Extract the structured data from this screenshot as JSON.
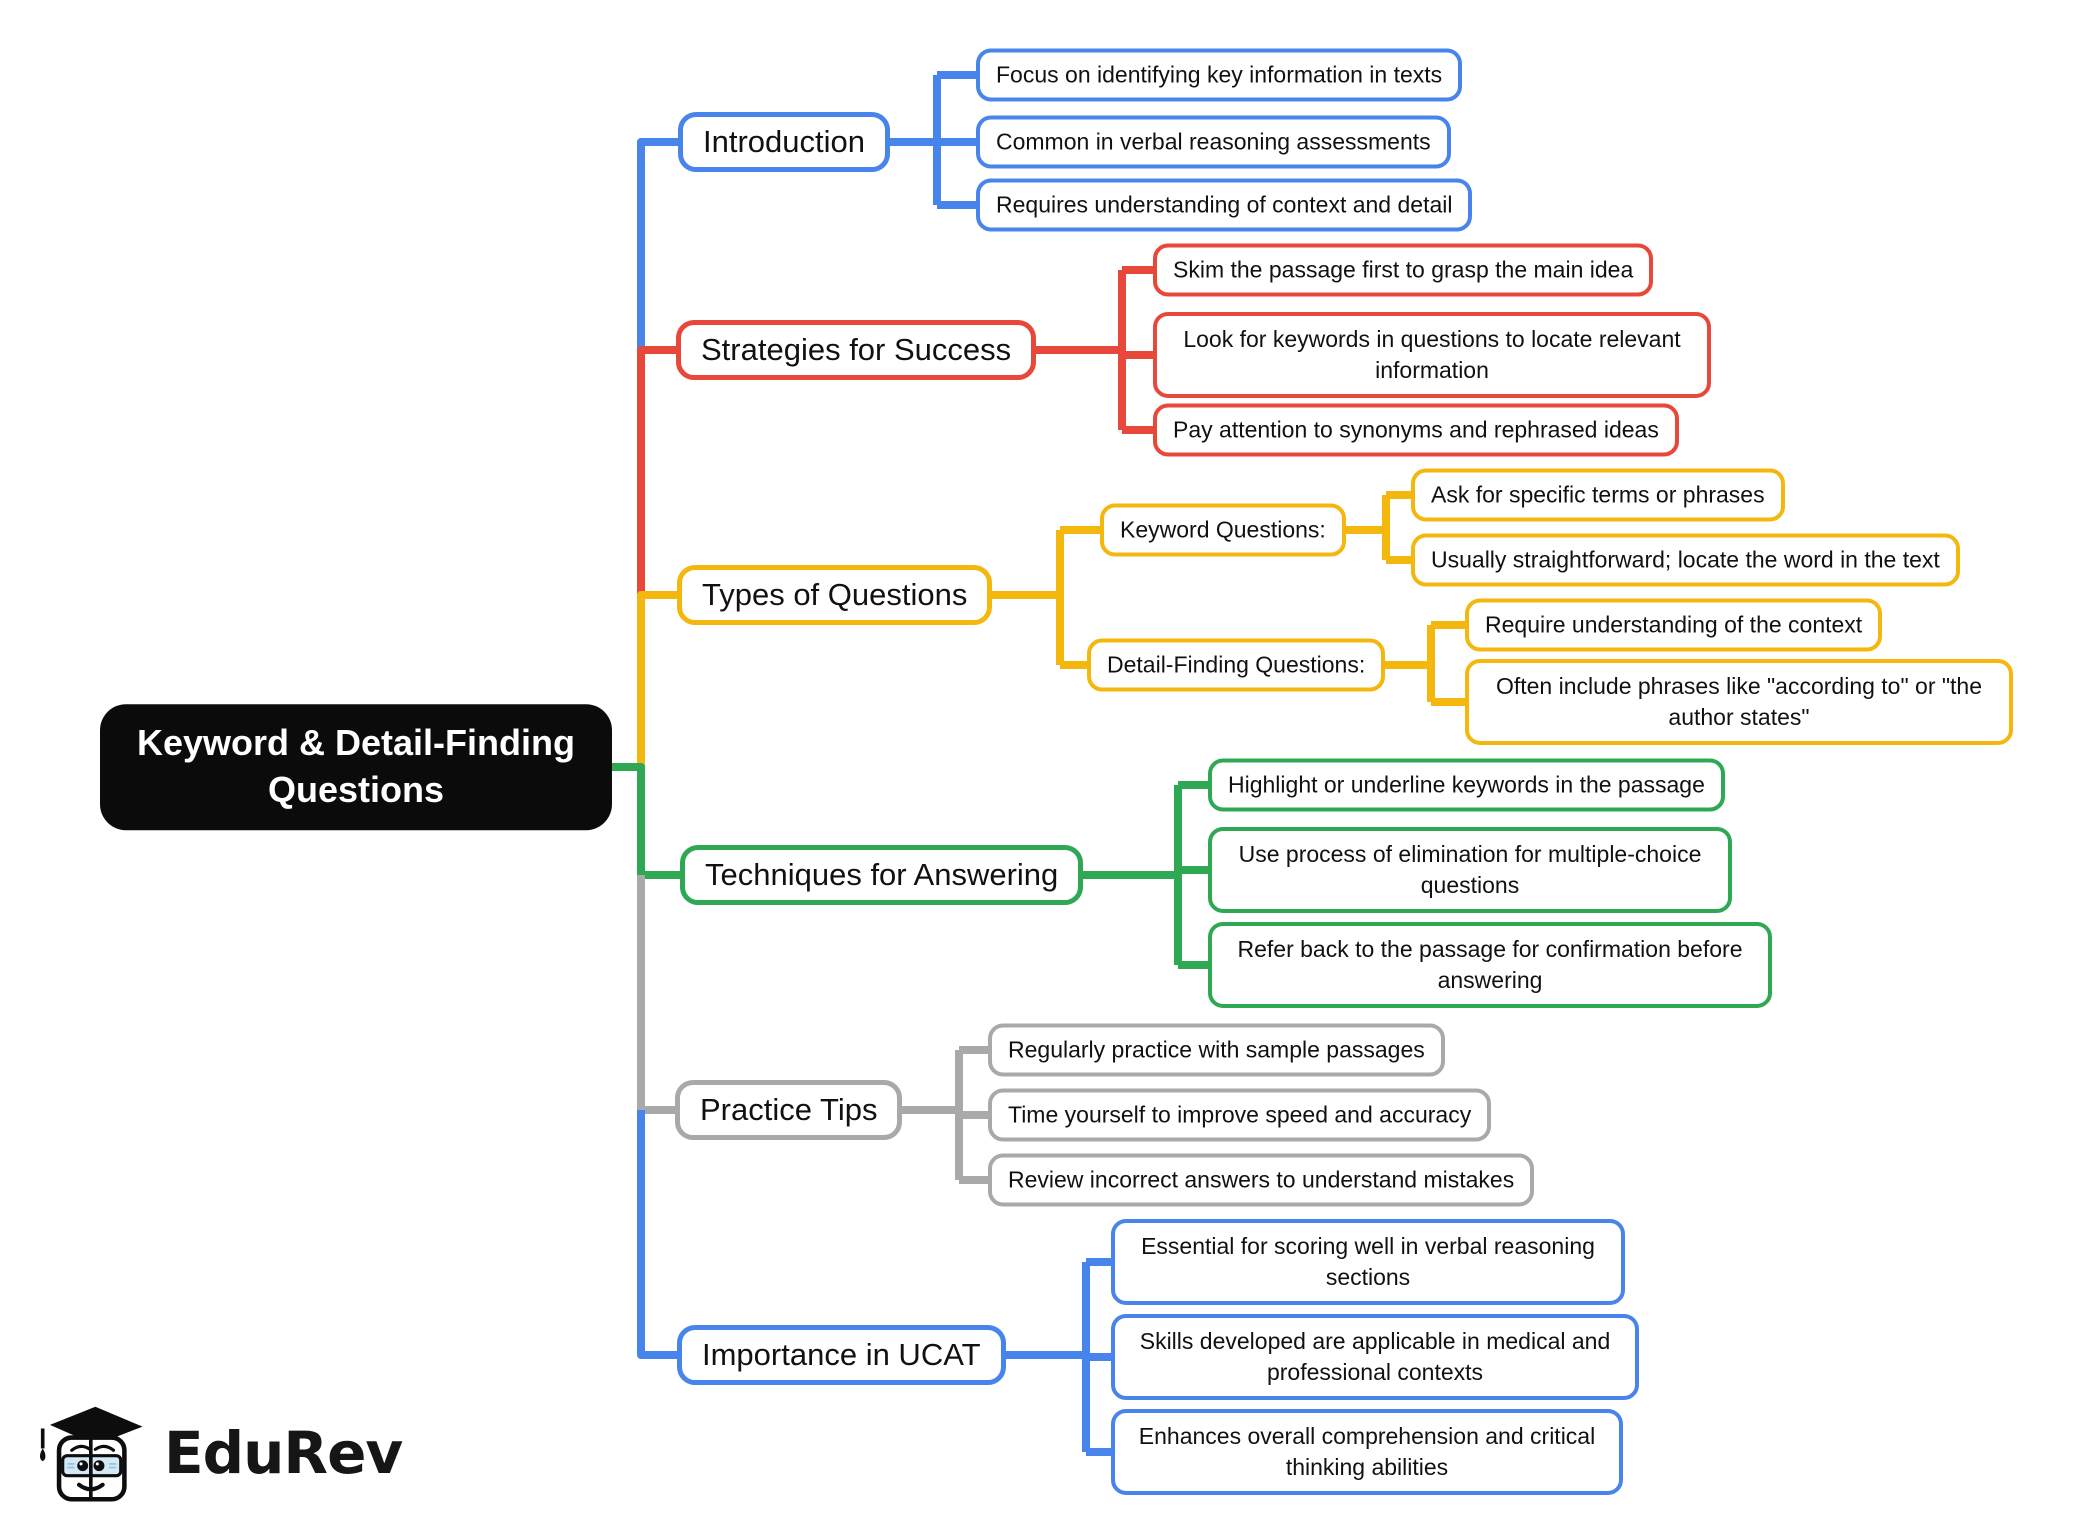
{
  "palette": {
    "blue": "#4785EC",
    "red": "#E8483A",
    "yellow": "#F4B70D",
    "green": "#2FA854",
    "gray": "#A9A9A9",
    "black": "#0B0B0B"
  },
  "central": {
    "label": "Keyword & Detail-Finding Questions"
  },
  "branches": [
    {
      "label": "Introduction",
      "color": "blue",
      "children": [
        {
          "label": "Focus on identifying key information in texts"
        },
        {
          "label": "Common in verbal reasoning assessments"
        },
        {
          "label": "Requires understanding of context and detail"
        }
      ]
    },
    {
      "label": "Strategies for Success",
      "color": "red",
      "children": [
        {
          "label": "Skim the passage first to grasp the main idea"
        },
        {
          "label": "Look for keywords in questions to locate relevant information"
        },
        {
          "label": "Pay attention to synonyms and rephrased ideas"
        }
      ]
    },
    {
      "label": "Types of Questions",
      "color": "yellow",
      "children": [
        {
          "label": "Keyword Questions:",
          "children": [
            {
              "label": "Ask for specific terms or phrases"
            },
            {
              "label": "Usually straightforward; locate the word in the text"
            }
          ]
        },
        {
          "label": "Detail-Finding Questions:",
          "children": [
            {
              "label": "Require understanding of the context"
            },
            {
              "label": "Often include phrases like \"according to\" or \"the author states\""
            }
          ]
        }
      ]
    },
    {
      "label": "Techniques for Answering",
      "color": "green",
      "children": [
        {
          "label": "Highlight or underline keywords in the passage"
        },
        {
          "label": "Use process of elimination for multiple-choice questions"
        },
        {
          "label": "Refer back to the passage for confirmation before answering"
        }
      ]
    },
    {
      "label": "Practice Tips",
      "color": "gray",
      "children": [
        {
          "label": "Regularly practice with sample passages"
        },
        {
          "label": "Time yourself to improve speed and accuracy"
        },
        {
          "label": "Review incorrect answers to understand mistakes"
        }
      ]
    },
    {
      "label": "Importance in UCAT",
      "color": "blue",
      "children": [
        {
          "label": "Essential for scoring well in verbal reasoning sections"
        },
        {
          "label": "Skills developed are applicable in medical and professional contexts"
        },
        {
          "label": "Enhances overall comprehension and critical thinking abilities"
        }
      ]
    }
  ],
  "logo": {
    "text": "EduRev"
  }
}
